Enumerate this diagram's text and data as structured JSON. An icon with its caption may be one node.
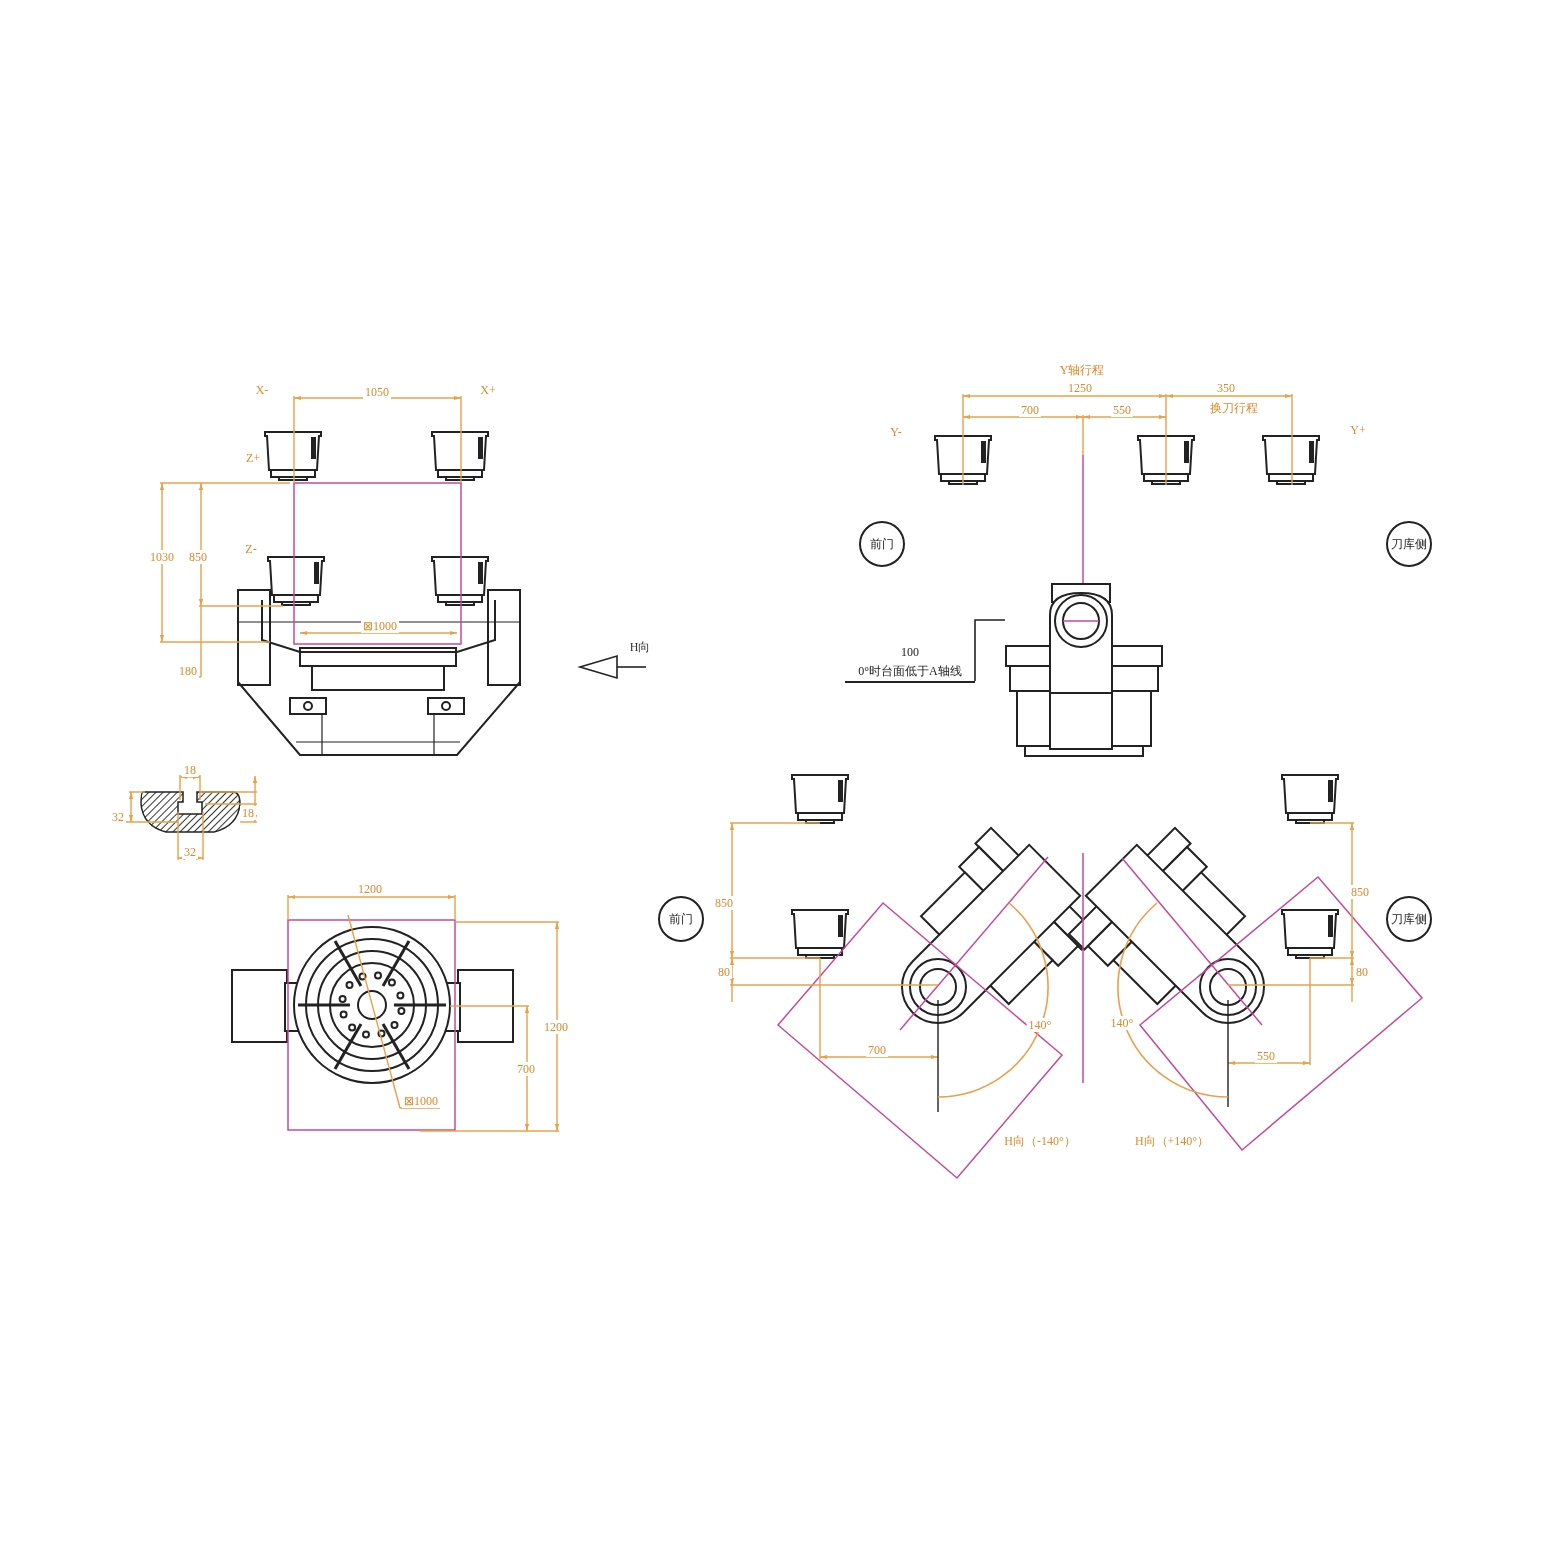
{
  "diagram": {
    "nodes": [
      {
        "text": [
          "前门"
        ]
      },
      {
        "text": [
          "刀库侧"
        ]
      },
      {
        "text": [
          "前门"
        ]
      },
      {
        "text": [
          "刀库侧"
        ]
      },
      {
        "text": [
          "100",
          "0°时台面低于A轴线"
        ]
      },
      {
        "text": [],
        "shape": "picture"
      }
    ],
    "edges": [
      {
        "from": 4,
        "to": 5,
        "arrow": "none"
      }
    ],
    "labels": [
      "X-",
      "1050",
      "X+",
      "Z+",
      "1030",
      "850",
      "Z-",
      "⊠1000",
      "180",
      "H向",
      "18",
      "32",
      "18",
      "32",
      "1200",
      "1200",
      "700",
      "⊠1000",
      "Y轴行程",
      "1250",
      "350",
      "700",
      "550",
      "换刀行程",
      "Y-",
      "Y+",
      "850",
      "80",
      "700",
      "140°",
      "H向（-140°）",
      "850",
      "80",
      "140°",
      "550",
      "H向（+140°）"
    ]
  }
}
